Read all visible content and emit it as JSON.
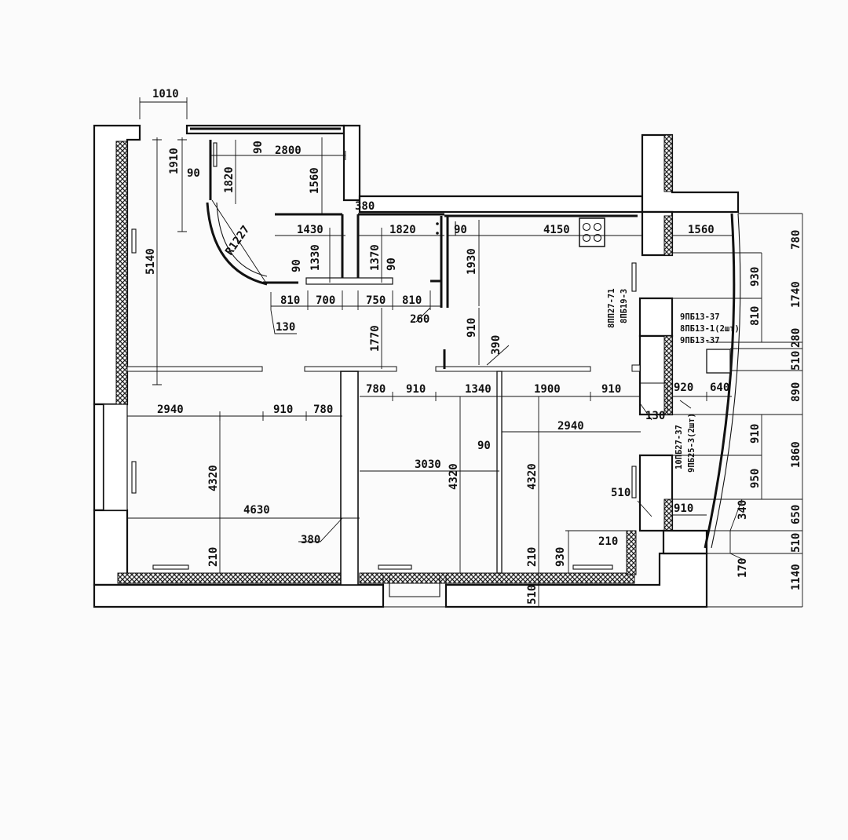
{
  "colors": {
    "ink": "#111111",
    "paper": "#fbfbfb",
    "hatch": "#222222"
  },
  "dimensions": {
    "entry_door": "1010",
    "hall_height": "1910",
    "wall_90_a": "90",
    "wall_90_b": "90",
    "hall_width": "2800",
    "arc_drop": "1820",
    "closet_depth": "1560",
    "arc_radius": "R1227",
    "wall_380": "380",
    "bath_width": "1430",
    "wc_width": "1820",
    "wall_90_c": "90",
    "kitchen_width": "4150",
    "loggia_width": "1560",
    "wall_90_d": "90",
    "bath_height": "1330",
    "wc_height": "1370",
    "wall_90_e": "90",
    "kitchen_depth": "1930",
    "door_810_a": "810",
    "door_700": "700",
    "door_750": "750",
    "door_810_b": "810",
    "wall_130_a": "130",
    "wall_260": "260",
    "corridor_1770": "1770",
    "corridor_910": "910",
    "wall_390": "390",
    "living_length": "5140",
    "r1_2940": "2940",
    "r1_910": "910",
    "r1_780": "780",
    "r2_780": "780",
    "r2_910": "910",
    "r2_1340": "1340",
    "r3_1900": "1900",
    "r3_910": "910",
    "r3_2940": "2940",
    "r1_4320": "4320",
    "r1_4630": "4630",
    "wall_380_b": "380",
    "r1_210": "210",
    "r2_3030": "3030",
    "r2_4320": "4320",
    "wall_90_f": "90",
    "r3_4320": "4320",
    "r3_210_a": "210",
    "r3_210_b": "210",
    "r3_930": "930",
    "r3_510_bottom": "510",
    "loggia_920": "920",
    "loggia_640": "640",
    "wall_130_b": "130",
    "door_510": "510",
    "door_910_loggia": "910",
    "right_780": "780",
    "right_930": "930",
    "right_1740": "1740",
    "right_810": "810",
    "right_280": "280",
    "right_510": "510",
    "right_890": "890",
    "right_910": "910",
    "right_1860": "1860",
    "right_950": "950",
    "right_650": "650",
    "right_340": "340",
    "right_510_b": "510",
    "right_170": "170",
    "right_1140": "1140"
  },
  "notes": {
    "lintel_kitchen_1": "8ПП27-71",
    "lintel_kitchen_2": "8ПБ19-3",
    "lintel_loggia_1": "9ПБ13-37",
    "lintel_loggia_2": "8ПБ13-1(2шт)",
    "lintel_loggia_3": "9ПБ13-37",
    "lintel_room_1": "10ПБ27-37",
    "lintel_room_2": "9ПБ25-3(2шт)"
  }
}
